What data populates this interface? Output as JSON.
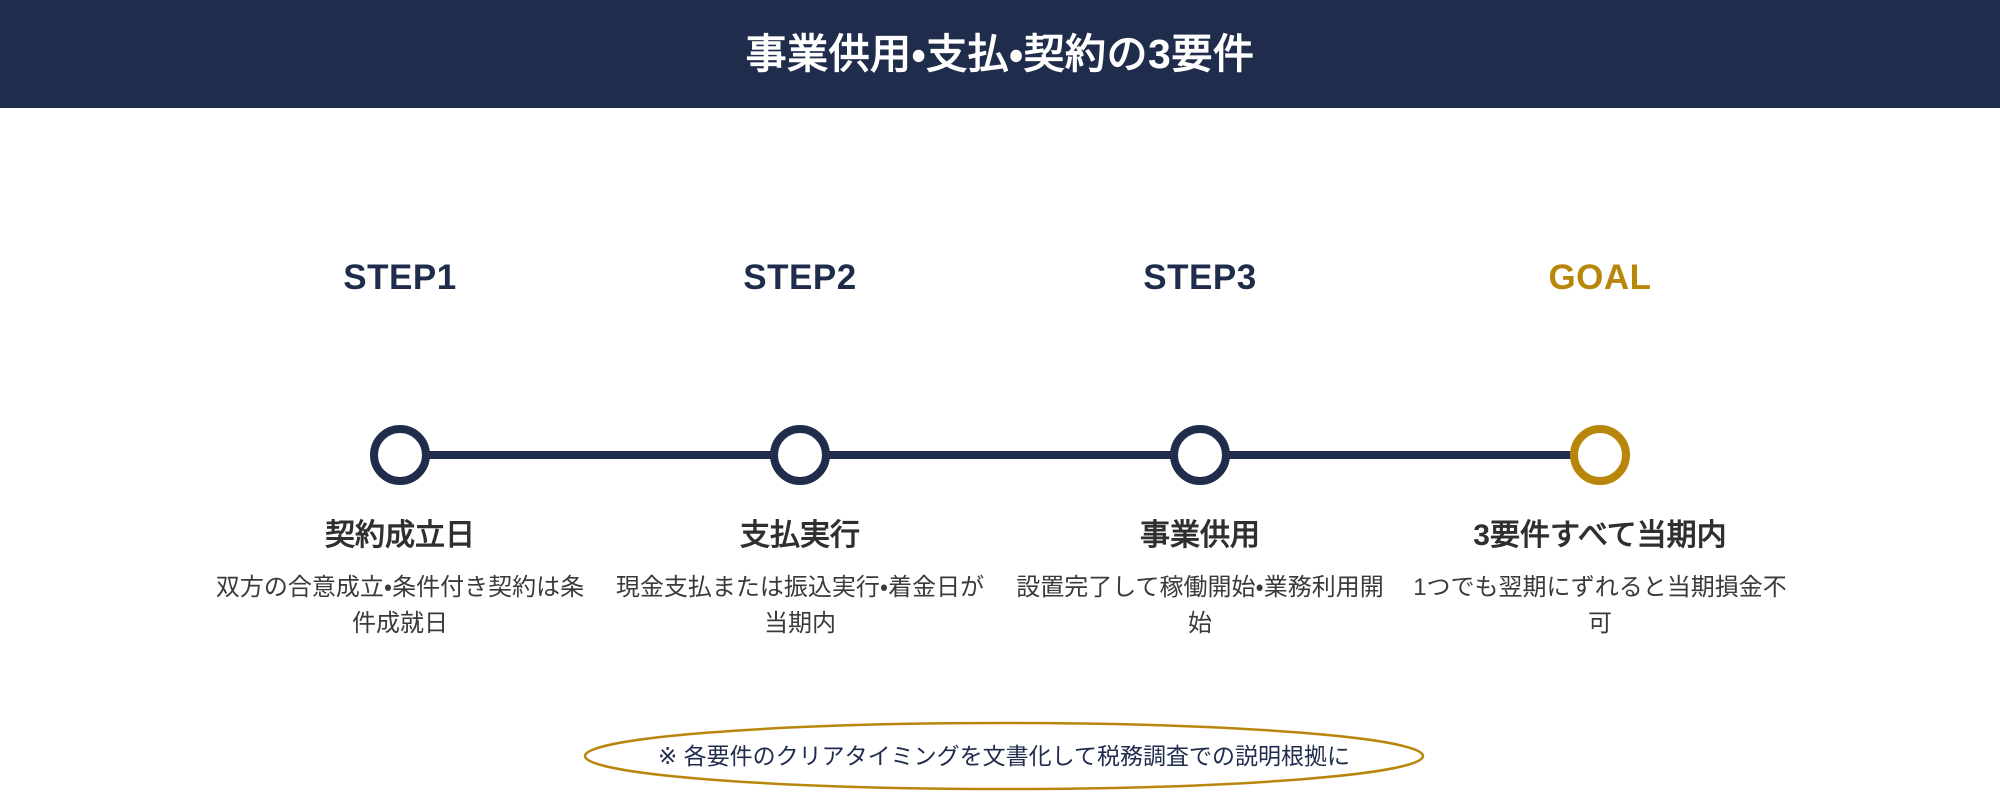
{
  "header": {
    "title": "事業供用・支払・契約の3要件",
    "background_color": "#1f2c4c",
    "text_color": "#ffffff"
  },
  "theme": {
    "navy": "#1f2c4c",
    "gold": "#b8860b",
    "body_text": "#3a3a3a",
    "title_text": "#2f2f2f",
    "background": "#ffffff"
  },
  "timeline": {
    "line_color": "#1f2c4c",
    "steps": [
      {
        "label": "STEP1",
        "label_color": "#1f2c4c",
        "node_color": "#1f2c4c",
        "title": "契約成立日",
        "description": "双方の合意成立・条件付き契約は条件成就日"
      },
      {
        "label": "STEP2",
        "label_color": "#1f2c4c",
        "node_color": "#1f2c4c",
        "title": "支払実行",
        "description": "現金支払または振込実行・着金日が当期内"
      },
      {
        "label": "STEP3",
        "label_color": "#1f2c4c",
        "node_color": "#1f2c4c",
        "title": "事業供用",
        "description": "設置完了して稼働開始・業務利用開始"
      },
      {
        "label": "GOAL",
        "label_color": "#b8860b",
        "node_color": "#b8860b",
        "title": "3要件すべて当期内",
        "description": "1つでも翌期にずれると当期損金不可"
      }
    ]
  },
  "footnote": {
    "text": "※ 各要件のクリアタイミングを文書化して税務調査での説明根拠に",
    "outline_color": "#b8860b",
    "text_color": "#1f2c4c"
  }
}
